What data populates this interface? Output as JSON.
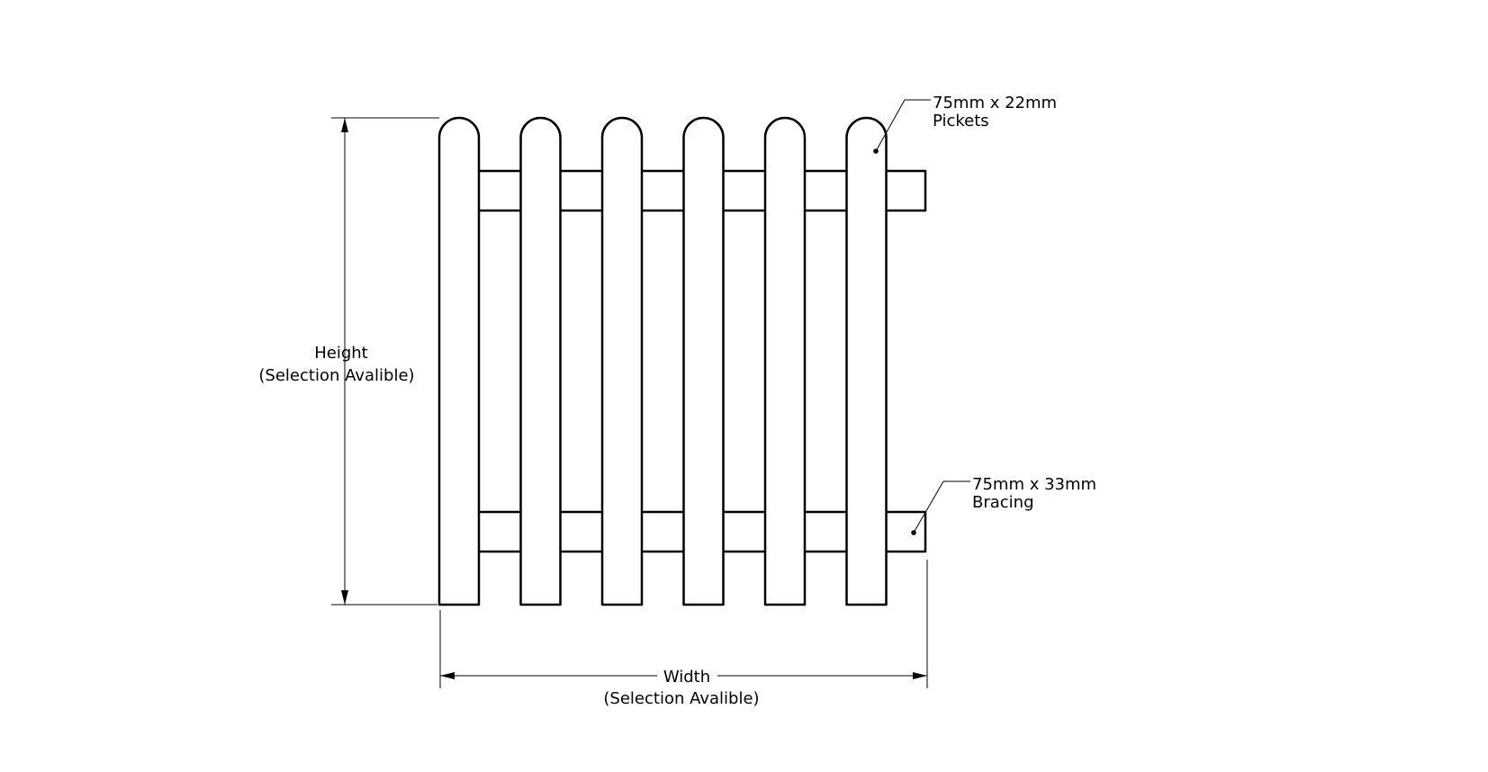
{
  "dimensions": {
    "height": {
      "line1": "Height",
      "line2": "(Selection Avalible)"
    },
    "width": {
      "line1": "Width",
      "line2": "(Selection Avalible)"
    }
  },
  "callouts": {
    "pickets": {
      "line1": "75mm x 22mm",
      "line2": "Pickets"
    },
    "bracing": {
      "line1": "75mm x 33mm",
      "line2": "Bracing"
    }
  },
  "fence": {
    "picket_count": 6,
    "rail_count": 2
  }
}
